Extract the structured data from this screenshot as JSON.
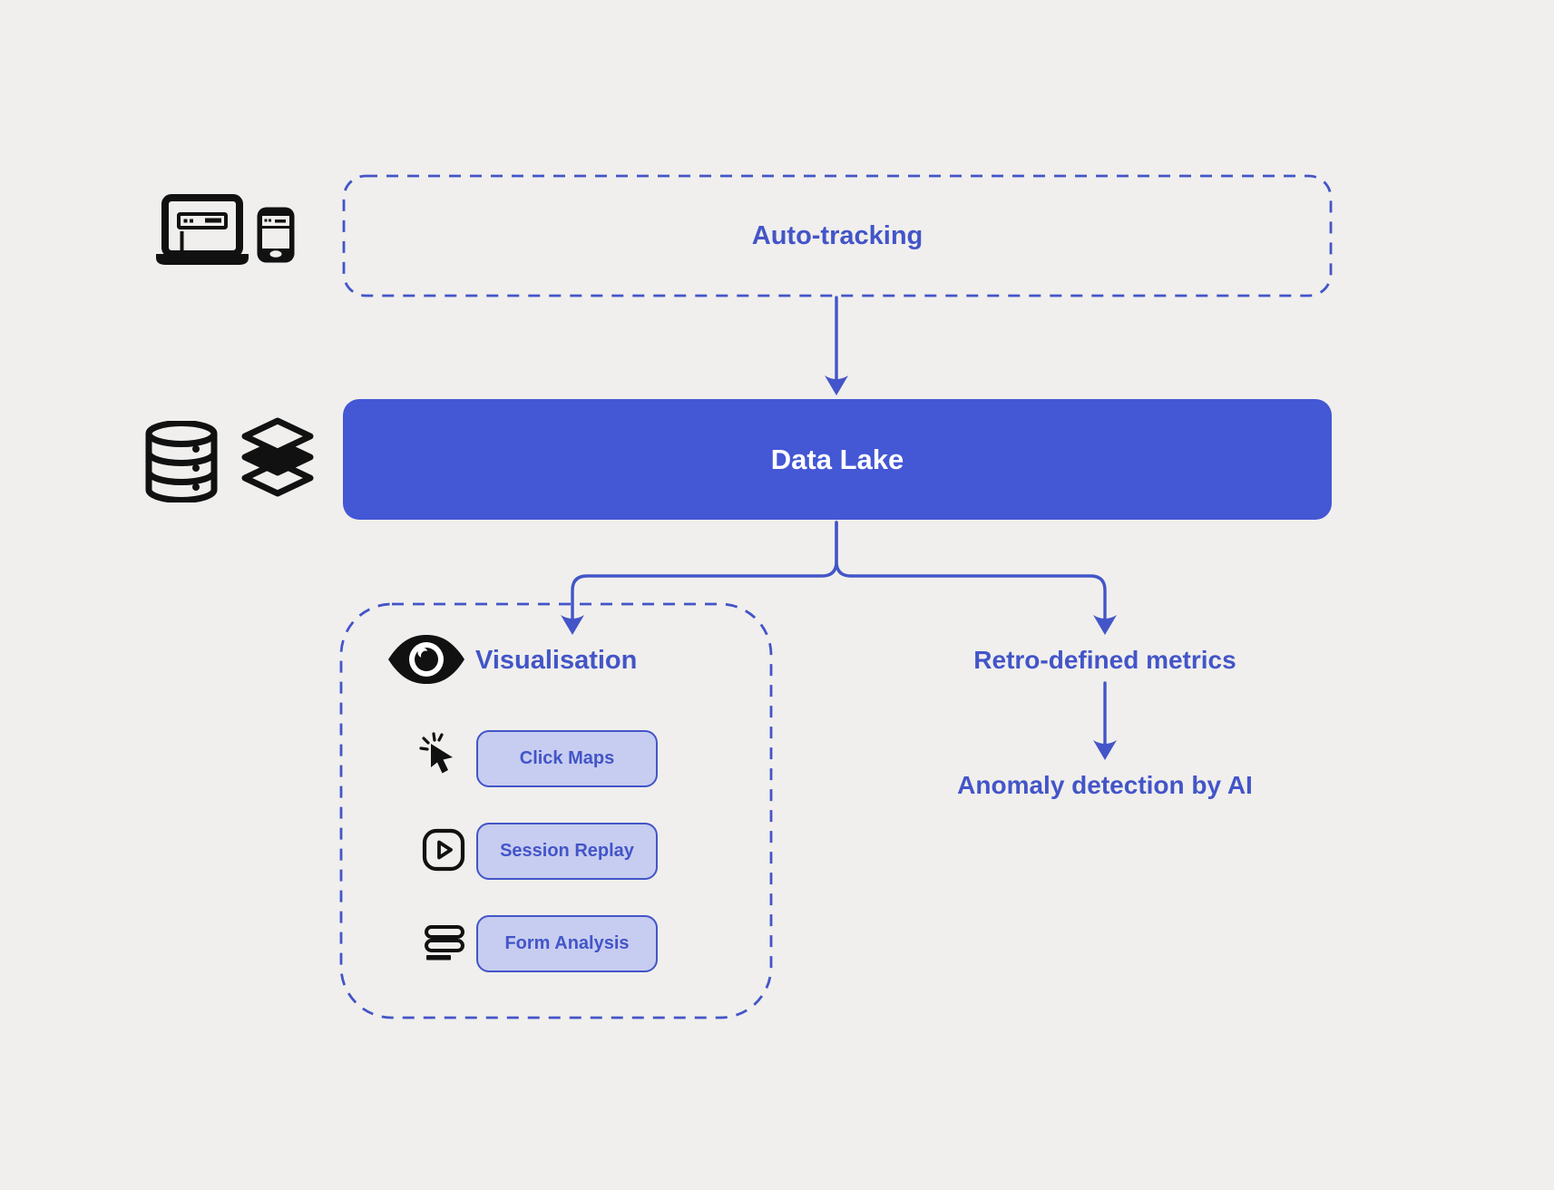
{
  "colors": {
    "background": "#f0efed",
    "accent_blue": "#4355c8",
    "data_lake_fill": "#4457d4",
    "button_fill": "#c7cdf0",
    "icon_black": "#111111",
    "white_text": "#ffffff"
  },
  "diagram": {
    "auto_tracking": {
      "label": "Auto-tracking"
    },
    "data_lake": {
      "label": "Data Lake"
    },
    "visualisation": {
      "label": "Visualisation",
      "tools": [
        {
          "label": "Click Maps",
          "icon": "cursor-click-icon"
        },
        {
          "label": "Session Replay",
          "icon": "play-icon"
        },
        {
          "label": "Form Analysis",
          "icon": "form-rows-icon"
        }
      ]
    },
    "retro_metrics": {
      "label": "Retro-defined metrics"
    },
    "anomaly": {
      "label": "Anomaly detection by AI"
    },
    "source_icons": [
      "laptop-icon",
      "smartphone-icon"
    ],
    "storage_icons": [
      "database-icon",
      "layers-icon"
    ]
  }
}
